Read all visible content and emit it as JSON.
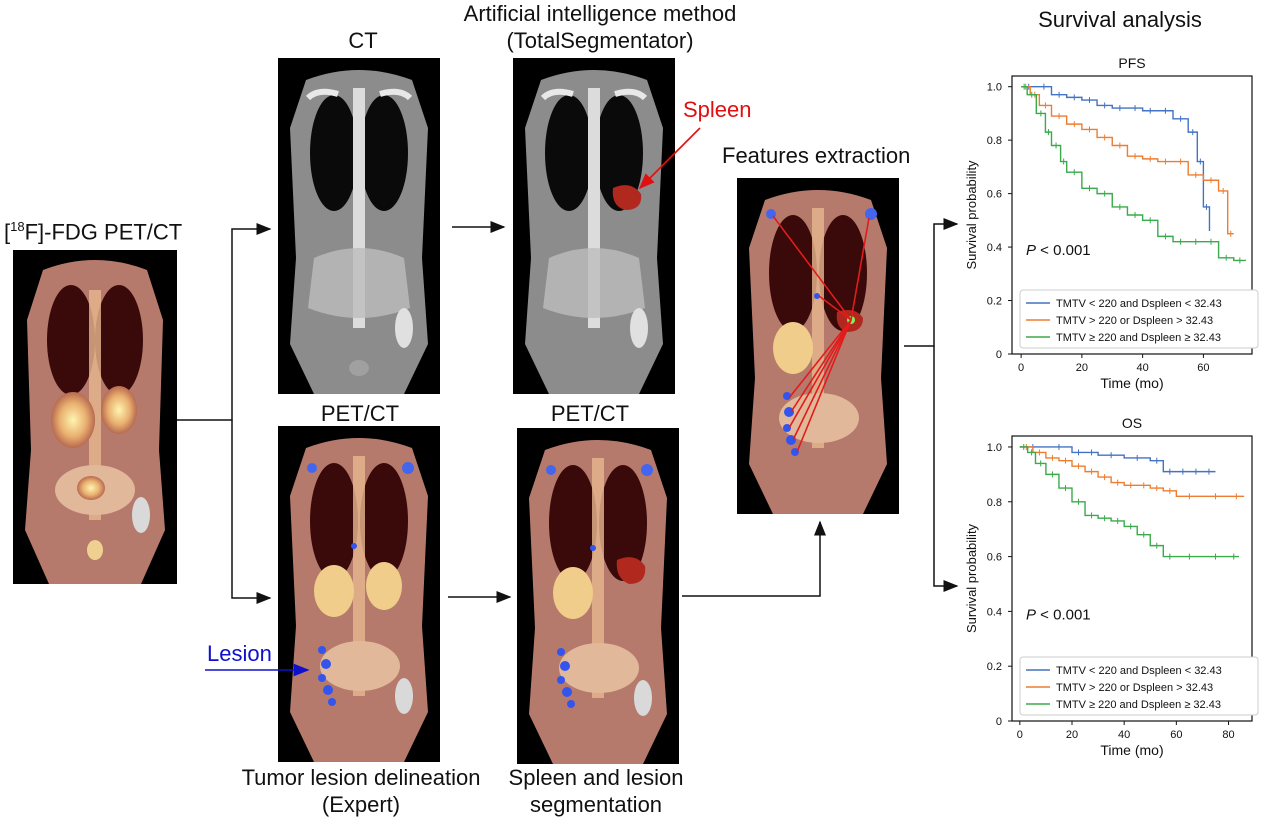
{
  "labels": {
    "pet_input": "[18F]-FDG PET/CT",
    "pet_input_sup": "18",
    "pet_input_pre": "[",
    "pet_input_post": "F]-FDG PET/CT",
    "ct_title": "CT",
    "ai_title_line1": "Artificial intelligence method",
    "ai_title_line2": "(TotalSegmentator)",
    "spleen": "Spleen",
    "features": "Features extraction",
    "petct_left": "PET/CT",
    "petct_right": "PET/CT",
    "lesion": "Lesion",
    "tumor_line1": "Tumor lesion delineation",
    "tumor_line2": "(Expert)",
    "seg_line1": "Spleen and lesion",
    "seg_line2": "segmentation",
    "survival_title": "Survival analysis"
  },
  "colors": {
    "spleen_label": "#e01010",
    "lesion_label": "#1010cc",
    "series_blue": "#4472c4",
    "series_orange": "#ed7d31",
    "series_green": "#3aaa4a"
  },
  "chart_data": [
    {
      "type": "line",
      "title": "PFS",
      "xlabel": "Time (mo)",
      "ylabel": "Survival probability",
      "xlim": [
        -3,
        76
      ],
      "ylim": [
        0,
        1.04
      ],
      "xticks": [
        0,
        20,
        40,
        60
      ],
      "yticks": [
        0,
        0.2,
        0.4,
        0.6,
        0.8,
        1.0
      ],
      "ytick_labels": [
        "0",
        "0.2",
        "0.4",
        "0.6",
        "0.8",
        "1.0"
      ],
      "annotation_italic": "P",
      "annotation_rest": " < 0.001",
      "legend_position": "lower-left",
      "series": [
        {
          "name": "TMTV < 220 and Dspleen < 32.43",
          "color": "#4472c4",
          "x": [
            0,
            5,
            10,
            15,
            20,
            25,
            30,
            35,
            40,
            45,
            50,
            55,
            58,
            60,
            62
          ],
          "y": [
            1.0,
            1.0,
            0.97,
            0.96,
            0.95,
            0.93,
            0.92,
            0.92,
            0.91,
            0.91,
            0.88,
            0.83,
            0.72,
            0.55,
            0.46
          ]
        },
        {
          "name": "TMTV > 220 or Dspleen > 32.43",
          "color": "#ed7d31",
          "x": [
            0,
            3,
            6,
            10,
            15,
            20,
            25,
            30,
            35,
            40,
            45,
            50,
            55,
            60,
            65,
            68,
            70
          ],
          "y": [
            1.0,
            0.97,
            0.93,
            0.89,
            0.86,
            0.84,
            0.81,
            0.78,
            0.74,
            0.73,
            0.72,
            0.72,
            0.67,
            0.65,
            0.61,
            0.45,
            0.45
          ]
        },
        {
          "name": "TMTV ≥ 220 and Dspleen ≥ 32.43",
          "color": "#3aaa4a",
          "x": [
            0,
            2,
            5,
            8,
            10,
            13,
            15,
            20,
            25,
            30,
            35,
            40,
            45,
            50,
            55,
            60,
            65,
            70,
            74
          ],
          "y": [
            1.0,
            0.97,
            0.9,
            0.83,
            0.78,
            0.72,
            0.68,
            0.62,
            0.6,
            0.55,
            0.52,
            0.5,
            0.44,
            0.42,
            0.42,
            0.42,
            0.36,
            0.35,
            0.35
          ]
        }
      ]
    },
    {
      "type": "line",
      "title": "OS",
      "xlabel": "Time (mo)",
      "ylabel": "Survival probability",
      "xlim": [
        -3,
        89
      ],
      "ylim": [
        0,
        1.04
      ],
      "xticks": [
        0,
        20,
        40,
        60,
        80
      ],
      "yticks": [
        0,
        0.2,
        0.4,
        0.6,
        0.8,
        1.0
      ],
      "ytick_labels": [
        "0",
        "0.2",
        "0.4",
        "0.6",
        "0.8",
        "1.0"
      ],
      "annotation_italic": "P",
      "annotation_rest": " < 0.001",
      "legend_position": "lower-left",
      "series": [
        {
          "name": "TMTV < 220 and Dspleen < 32.43",
          "color": "#4472c4",
          "x": [
            0,
            10,
            20,
            25,
            30,
            40,
            50,
            55,
            60,
            65,
            70,
            75
          ],
          "y": [
            1.0,
            1.0,
            0.98,
            0.98,
            0.97,
            0.96,
            0.95,
            0.91,
            0.91,
            0.91,
            0.91,
            0.91
          ]
        },
        {
          "name": "TMTV > 220 or Dspleen > 32.43",
          "color": "#ed7d31",
          "x": [
            0,
            5,
            10,
            15,
            20,
            25,
            30,
            35,
            40,
            45,
            50,
            55,
            60,
            70,
            80,
            86
          ],
          "y": [
            1.0,
            0.98,
            0.96,
            0.95,
            0.93,
            0.91,
            0.89,
            0.87,
            0.86,
            0.86,
            0.85,
            0.84,
            0.82,
            0.82,
            0.82,
            0.82
          ]
        },
        {
          "name": "TMTV ≥ 220 and Dspleen ≥ 32.43",
          "color": "#3aaa4a",
          "x": [
            0,
            3,
            6,
            10,
            15,
            20,
            25,
            30,
            35,
            40,
            45,
            50,
            55,
            60,
            70,
            80,
            84
          ],
          "y": [
            1.0,
            0.98,
            0.94,
            0.9,
            0.85,
            0.8,
            0.75,
            0.74,
            0.73,
            0.71,
            0.68,
            0.64,
            0.6,
            0.6,
            0.6,
            0.6,
            0.6
          ]
        }
      ]
    }
  ]
}
